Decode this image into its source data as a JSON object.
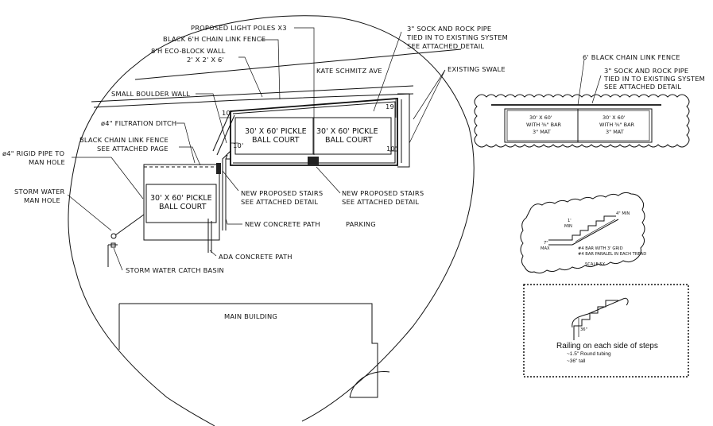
{
  "labels": {
    "light_poles": "PROPOSED LIGHT POLES X3",
    "black_fence_6h": "BLACK 6'H CHAIN LINK FENCE",
    "eco_block_1": "8'H ECO-BLOCK WALL",
    "eco_block_2": "2' X 2' X 6'",
    "sock_rock_1": "3\" SOCK AND ROCK PIPE",
    "sock_rock_2": "TIED IN TO EXISTING SYSTEM",
    "sock_rock_3": "SEE ATTACHED DETAIL",
    "street": "KATE SCHMITZ AVE",
    "existing_swale": "EXISTING SWALE",
    "small_boulder_wall": "SMALL BOULDER WALL",
    "filtration_ditch": "ø4\" FILTRATION DITCH",
    "chain_fence_1": "BLACK CHAIN LINK FENCE",
    "chain_fence_2": "SEE ATTACHED PAGE",
    "rigid_pipe_1": "ø4\" RIGID PIPE TO",
    "rigid_pipe_2": "MAN HOLE",
    "storm_manhole_1": "STORM WATER",
    "storm_manhole_2": "MAN HOLE",
    "stairs_left_1": "NEW PROPOSED STAIRS",
    "stairs_left_2": "SEE ATTACHED DETAIL",
    "stairs_right_1": "NEW PROPOSED STAIRS",
    "stairs_right_2": "SEE ATTACHED DETAIL",
    "concrete_path": "NEW CONCRETE PATH",
    "ada_path": "ADA CONCRETE PATH",
    "catch_basin": "STORM WATER CATCH BASIN",
    "parking": "PARKING",
    "main_building": "MAIN BUILDING"
  },
  "dimensions": {
    "dim_10_top": "10'",
    "dim_10_left": "10'",
    "dim_19": "19'",
    "dim_10_right": "10'"
  },
  "courts": {
    "court_a_1": "30' X 60' PICKLE",
    "court_a_2": "BALL COURT",
    "court_b_1": "30' X 60' PICKLE",
    "court_b_2": "BALL COURT",
    "court_c_1": "30' X 60' PICKLE",
    "court_c_2": "BALL COURT"
  },
  "detail_fence": {
    "fence_label": "6' BLACK CHAIN LINK FENCE",
    "sock_1": "3\" SOCK AND ROCK PIPE",
    "sock_2": "TIED IN TO EXISTING SYSTEM",
    "sock_3": "SEE ATTACHED DETAIL",
    "slab_1_a": "30' X 60'",
    "slab_1_b": "WITH ⅜\" BAR",
    "slab_1_c": "3\" MAT",
    "slab_2_a": "30' X 60'",
    "slab_2_b": "WITH ⅜\" BAR",
    "slab_2_c": "3\" MAT"
  },
  "detail_stairs": {
    "min_4": "4\" MIN",
    "min_1_a": "1'",
    "min_1_b": "MIN",
    "max_7_a": "7\"",
    "max_7_b": "MAX",
    "bar_1": "#4 BAR WITH 3' GRID",
    "bar_2": "#4 BAR PARALEL IN EACH TREAD",
    "scale": "SCALE 5X"
  },
  "detail_railing": {
    "height": "36\"",
    "title": "Railing on each side of steps",
    "note_1": "~1.5\" Round tubing",
    "note_2": "~36\" tall"
  }
}
